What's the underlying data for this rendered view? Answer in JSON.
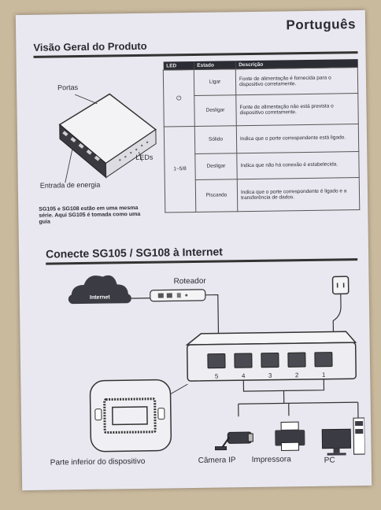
{
  "header": {
    "language": "Português"
  },
  "overview": {
    "title": "Visão Geral do Produto",
    "labels": {
      "ports": "Portas",
      "leds": "LEDs",
      "power": "Entrada de energia"
    },
    "note": "SG105 e SG108 estão em uma mesma série. Aqui SG105 é tomada como uma guia",
    "table": {
      "headers": [
        "LED",
        "Estado",
        "Descrição"
      ],
      "groups": [
        {
          "led": "⏻",
          "rows": [
            {
              "state": "Ligar",
              "desc": "Fonte de alimentação é fornecida para o dispositivo corretamente."
            },
            {
              "state": "Desligar",
              "desc": "Fonte de alimentação não está prevista o dispositivo corretamente."
            }
          ]
        },
        {
          "led": "1~5/8",
          "rows": [
            {
              "state": "Sólido",
              "desc": "Indica que o porte correspondente está ligado."
            },
            {
              "state": "Desligar",
              "desc": "Indica que não há conexão é estabelecida."
            },
            {
              "state": "Piscando",
              "desc": "Indica que o porte correspondente é ligado e a transferência de dados."
            }
          ]
        }
      ]
    }
  },
  "connect": {
    "title": "Conecte SG105 / SG108 à Internet",
    "internet": "Internet",
    "router": "Roteador",
    "port_numbers": [
      "5",
      "4",
      "3",
      "2",
      "1"
    ],
    "captions": {
      "bottom": "Parte inferior do dispositivo",
      "camera": "Câmera IP",
      "printer": "Impressora",
      "pc": "PC"
    }
  }
}
